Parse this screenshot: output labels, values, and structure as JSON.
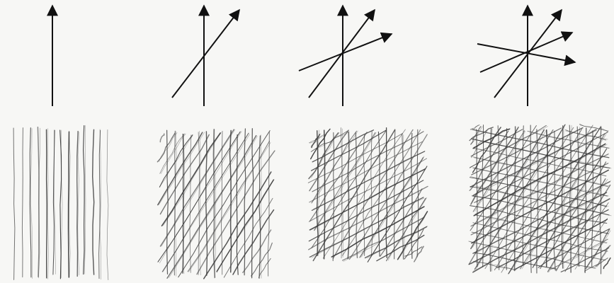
{
  "stages": [
    {
      "name": "single-direction",
      "arrows": 1,
      "hatch_directions": 1
    },
    {
      "name": "two-directions",
      "arrows": 2,
      "hatch_directions": 2
    },
    {
      "name": "three-directions",
      "arrows": 3,
      "hatch_directions": 3
    },
    {
      "name": "four-directions",
      "arrows": 4,
      "hatch_directions": 4
    }
  ],
  "colors": {
    "background": "#f7f7f5",
    "ink": "#111111",
    "pencil": "#3a3a3a"
  }
}
